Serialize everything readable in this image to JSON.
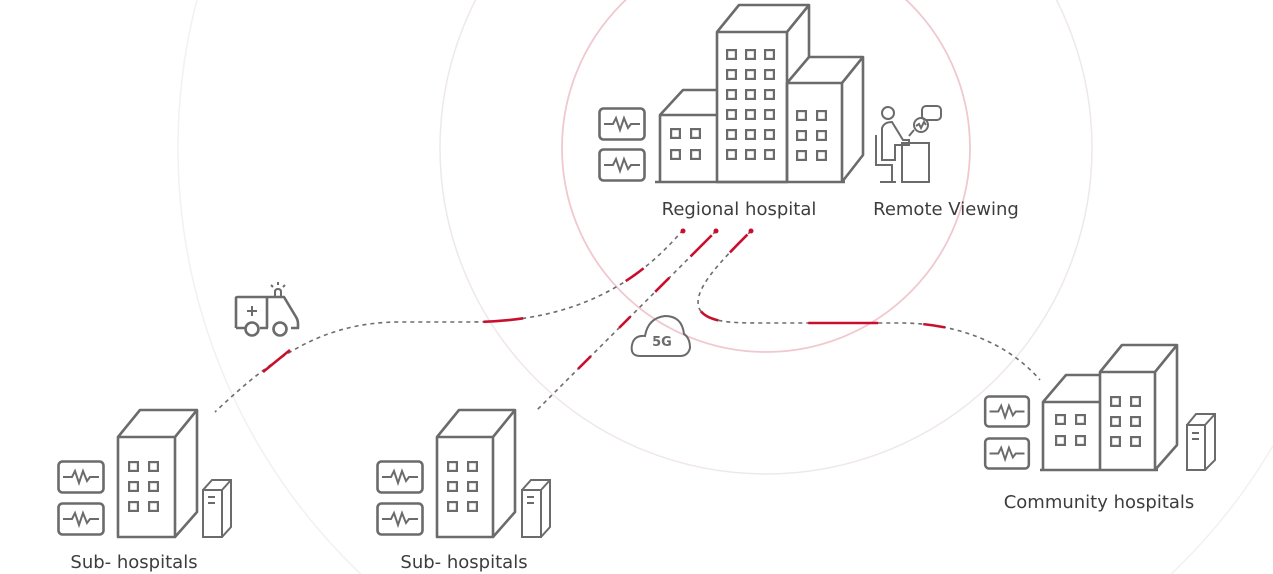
{
  "labels": {
    "regional": "Regional hospital",
    "remote": "Remote Viewing",
    "community": "Community hospitals",
    "sub1": "Sub- hospitals",
    "sub2": "Sub- hospitals",
    "network": "5G"
  },
  "colors": {
    "accent": "#c8102e",
    "icon": "#6b6b6b",
    "ring": "#f0c8cf"
  }
}
